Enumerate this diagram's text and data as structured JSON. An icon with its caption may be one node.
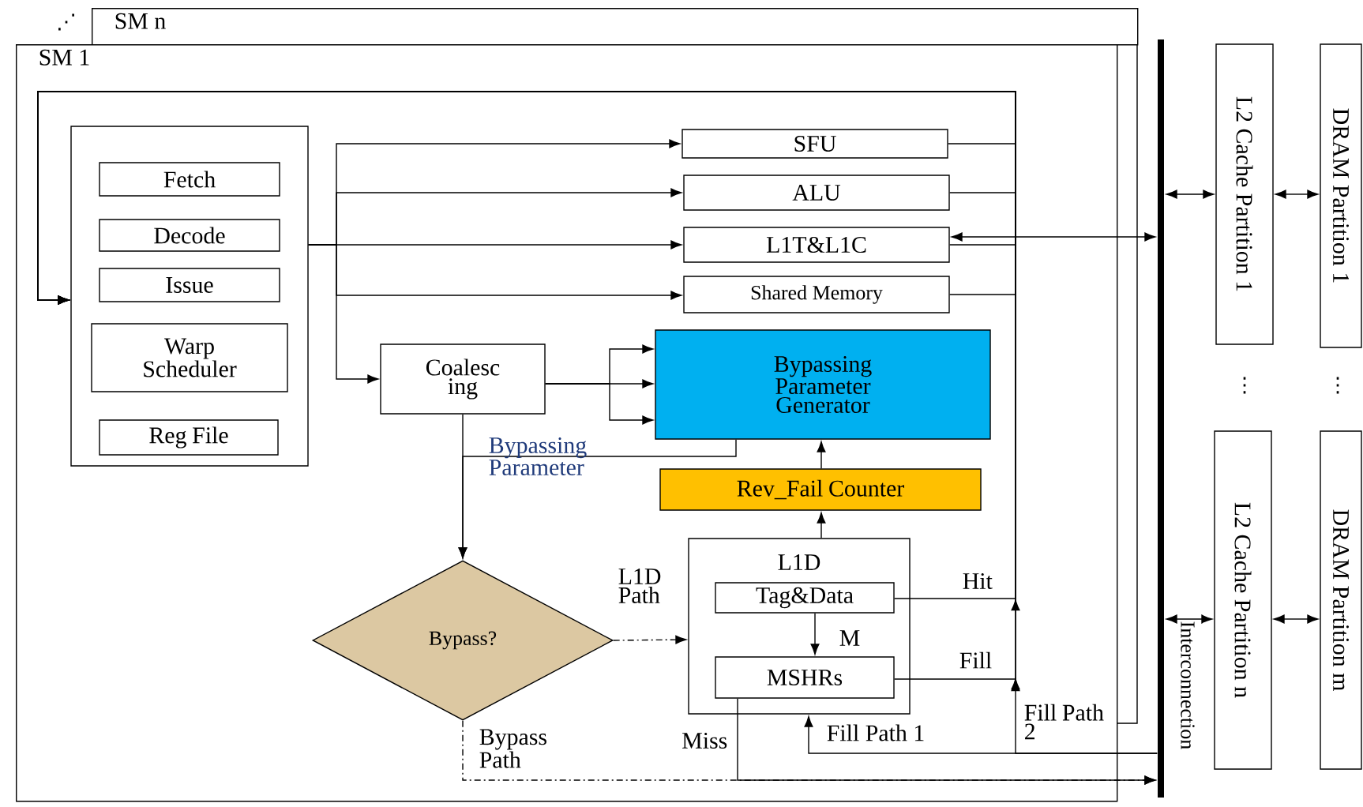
{
  "diagram": {
    "nodes": [
      {
        "text": [
          "SM n"
        ],
        "beside": [
          "⋰"
        ]
      },
      {
        "text": [
          "SM 1"
        ]
      },
      {
        "text": [],
        "shape": "box",
        "in": 1
      },
      {
        "text": [
          "Fetch"
        ],
        "in": 2
      },
      {
        "text": [
          "Decode"
        ],
        "in": 2
      },
      {
        "text": [
          "Issue"
        ],
        "in": 2
      },
      {
        "text": [
          "Warp Scheduler"
        ],
        "in": 2
      },
      {
        "text": [
          "Reg File"
        ],
        "in": 2
      },
      {
        "text": [
          "SFU"
        ],
        "in": 1
      },
      {
        "text": [
          "ALU"
        ],
        "in": 1
      },
      {
        "text": [
          "L1T&L1C"
        ],
        "in": 1
      },
      {
        "text": [
          "Shared Memory"
        ],
        "in": 1
      },
      {
        "text": [
          "Coalesc ing"
        ],
        "in": 1
      },
      {
        "text": [
          "Bypassing Parameter Generator"
        ],
        "in": 1
      },
      {
        "text": [
          "Rev_Fail Counter"
        ],
        "in": 1
      },
      {
        "text": [
          "Bypass?"
        ],
        "in": 1
      },
      {
        "text": [
          "L1D"
        ],
        "in": 1
      },
      {
        "text": [
          "Tag&Data"
        ],
        "in": 16
      },
      {
        "text": [
          "MSHRs"
        ],
        "in": 16
      },
      {
        "text": [],
        "shape": "bar",
        "beside": [
          "Interconnection"
        ]
      },
      {
        "text": [
          "L2 Cache Partition 1"
        ]
      },
      {
        "text": [
          "DRAM Partition 1"
        ]
      },
      {
        "text": [
          "L2 Cache Partition n"
        ]
      },
      {
        "text": [
          "DRAM Partition m"
        ]
      }
    ],
    "edges": [
      {
        "from": 2,
        "to": 8,
        "arrow": "to"
      },
      {
        "from": 2,
        "to": 9,
        "arrow": "to"
      },
      {
        "from": 2,
        "to": 10,
        "arrow": "to"
      },
      {
        "from": 2,
        "to": 11,
        "arrow": "to"
      },
      {
        "from": 2,
        "to": 12,
        "arrow": "to"
      },
      {
        "from": 12,
        "to": 13,
        "arrow": "to"
      },
      {
        "from": 12,
        "to": 13,
        "arrow": "to"
      },
      {
        "from": 12,
        "to": 13,
        "arrow": "to"
      },
      {
        "from": 13,
        "to": 15,
        "arrow": "to",
        "label": "Bypassing Parameter"
      },
      {
        "from": 12,
        "to": 15,
        "arrow": "to"
      },
      {
        "from": 14,
        "to": 13,
        "arrow": "to"
      },
      {
        "from": 16,
        "to": 14,
        "arrow": "to"
      },
      {
        "from": 15,
        "to": 16,
        "arrow": "to",
        "label": "L1D Path",
        "style": "dashed"
      },
      {
        "from": 15,
        "to": 19,
        "arrow": "to",
        "label": "Bypass Path",
        "style": "dashed"
      },
      {
        "from": 17,
        "to": 18,
        "arrow": "to",
        "label": "M"
      },
      {
        "from": 17,
        "to": 2,
        "arrow": "to",
        "label": "Hit"
      },
      {
        "from": 18,
        "to": 2,
        "arrow": "to",
        "label": "Fill"
      },
      {
        "from": 18,
        "to": 19,
        "arrow": "to",
        "label": "Miss"
      },
      {
        "from": 19,
        "to": 16,
        "arrow": "to",
        "label": "Fill Path 1"
      },
      {
        "from": 19,
        "to": 2,
        "arrow": "to",
        "label": "Fill Path 2"
      },
      {
        "from": 8,
        "to": 2,
        "arrow": "to"
      },
      {
        "from": 9,
        "to": 2,
        "arrow": "to"
      },
      {
        "from": 10,
        "to": 2,
        "arrow": "to"
      },
      {
        "from": 11,
        "to": 2,
        "arrow": "to"
      },
      {
        "from": 10,
        "to": 19,
        "arrow": "both"
      },
      {
        "from": 19,
        "to": 20,
        "arrow": "both"
      },
      {
        "from": 20,
        "to": 21,
        "arrow": "both"
      },
      {
        "from": 19,
        "to": 22,
        "arrow": "both"
      },
      {
        "from": 22,
        "to": 23,
        "arrow": "both"
      }
    ],
    "labels": [
      "⋮",
      "⋮"
    ]
  }
}
